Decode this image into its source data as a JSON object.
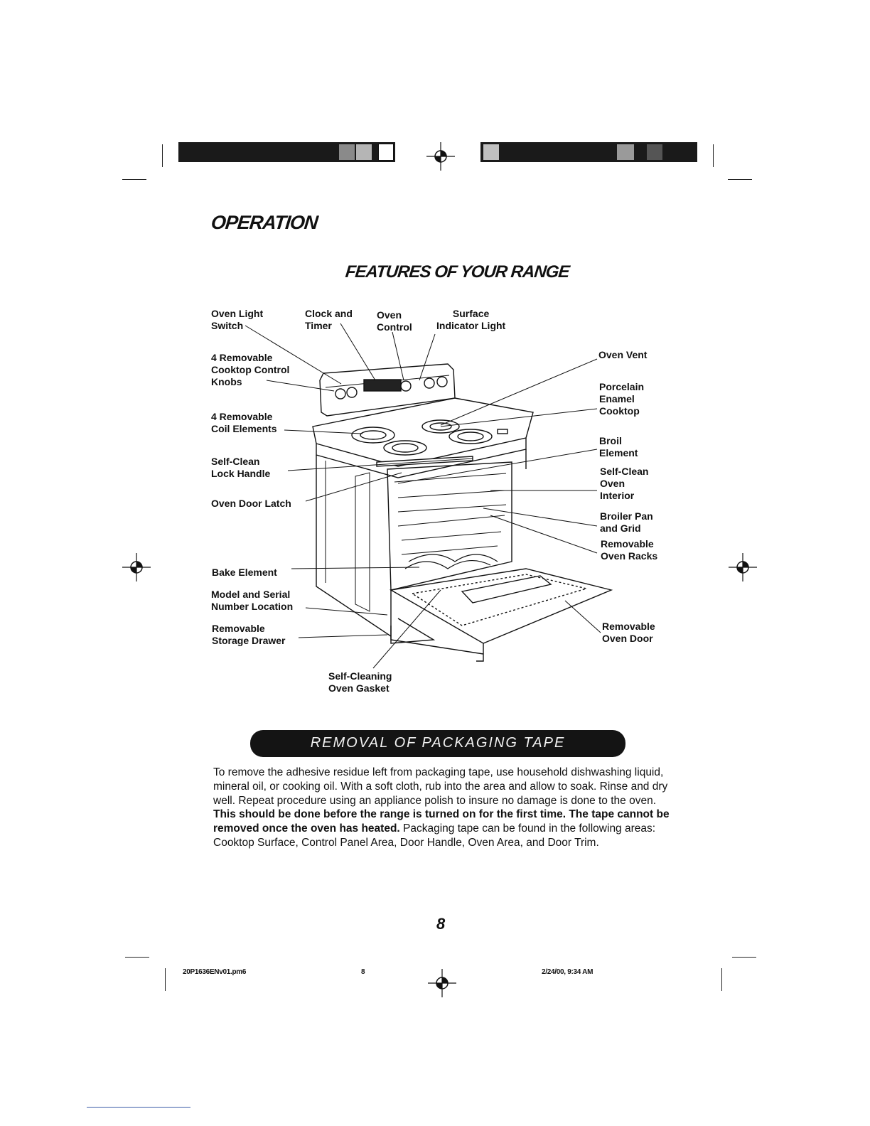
{
  "header": {
    "section_title": "OPERATION",
    "feature_title": "FEATURES OF YOUR RANGE"
  },
  "diagram": {
    "labels": {
      "oven_light_switch": "Oven Light\nSwitch",
      "clock_timer": "Clock and\nTimer",
      "oven_control": "Oven\nControl",
      "surface_indicator": "Surface\nIndicator Light",
      "cooktop_knobs": "4 Removable\nCooktop Control\nKnobs",
      "coil_elements": "4 Removable\nCoil Elements",
      "lock_handle": "Self-Clean\nLock Handle",
      "door_latch": "Oven Door Latch",
      "bake_element": "Bake Element",
      "model_serial": "Model and Serial\nNumber Location",
      "storage_drawer": "Removable\nStorage Drawer",
      "oven_gasket": "Self-Cleaning\nOven Gasket",
      "oven_vent": "Oven Vent",
      "porcelain_cooktop": "Porcelain\nEnamel\nCooktop",
      "broil_element": "Broil\nElement",
      "oven_interior": "Self-Clean\nOven\nInterior",
      "broiler_pan": "Broiler Pan\nand Grid",
      "oven_racks": "Removable\nOven Racks",
      "oven_door": "Removable\nOven Door"
    }
  },
  "section": {
    "banner": "REMOVAL OF PACKAGING TAPE",
    "para_1": "To remove the adhesive residue left from packaging tape, use household dishwashing liquid, mineral oil, or cooking oil. With a soft cloth, rub into the area and allow to soak. Rinse and dry well. Repeat procedure using an appliance polish to insure no damage is done to the oven. ",
    "para_bold": "This should be done before the range is turned on for the first time. The tape cannot be removed once the oven has heated.",
    "para_2": " Packaging tape can be found in the following areas: Cooktop Surface, Control Panel Area, Door Handle, Oven Area, and Door Trim."
  },
  "page_number": "8",
  "footer": {
    "filename": "20P1636ENv01.pm6",
    "page": "8",
    "datetime": "2/24/00, 9:34 AM"
  }
}
